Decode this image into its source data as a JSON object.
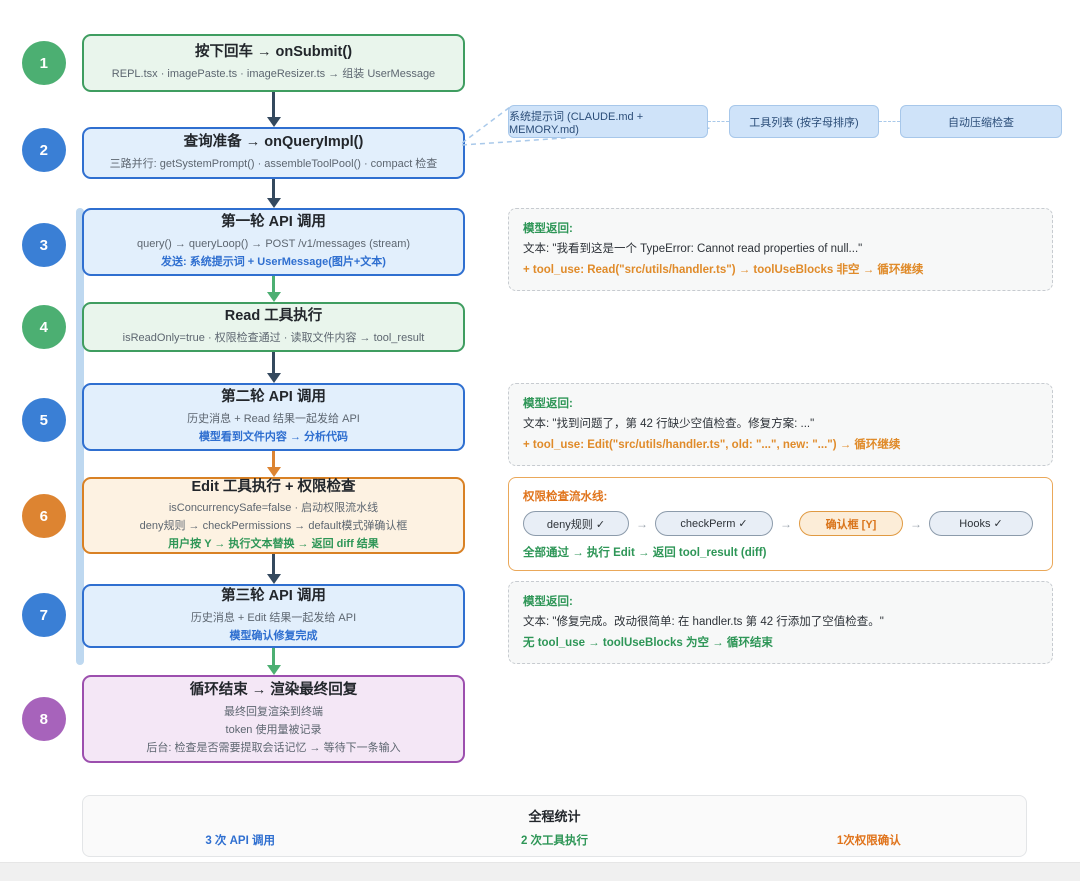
{
  "diagram": {
    "loop_bar": {
      "color": "#bed8f0"
    },
    "steps": [
      {
        "num": "1",
        "circle_color": "#4caf72",
        "variant": "green",
        "title": "按下回车 → onSubmit()",
        "lines": [
          {
            "text": "REPL.tsx · imagePaste.ts · imageResizer.ts → 组装 UserMessage",
            "style": "plain"
          }
        ]
      },
      {
        "num": "2",
        "circle_color": "#3a7fd5",
        "variant": "blue",
        "title": "查询准备 → onQueryImpl()",
        "lines": [
          {
            "text": "三路并行: getSystemPrompt() · assembleToolPool() · compact 检查",
            "style": "plain"
          }
        ]
      },
      {
        "num": "3",
        "circle_color": "#3a7fd5",
        "variant": "blue",
        "title": "第一轮 API 调用",
        "lines": [
          {
            "text": "query() → queryLoop() → POST /v1/messages (stream)",
            "style": "plain"
          },
          {
            "text": "发送: 系统提示词 + UserMessage(图片+文本)",
            "style": "em-blue"
          }
        ]
      },
      {
        "num": "4",
        "circle_color": "#4caf72",
        "variant": "green",
        "title": "Read 工具执行",
        "lines": [
          {
            "text": "isReadOnly=true · 权限检查通过 · 读取文件内容 → tool_result",
            "style": "plain"
          }
        ]
      },
      {
        "num": "5",
        "circle_color": "#3a7fd5",
        "variant": "blue",
        "title": "第二轮 API 调用",
        "lines": [
          {
            "text": "历史消息 + Read 结果一起发给 API",
            "style": "plain"
          },
          {
            "text": "模型看到文件内容 → 分析代码",
            "style": "em-blue"
          }
        ]
      },
      {
        "num": "6",
        "circle_color": "#dd8431",
        "variant": "orange",
        "title": "Edit 工具执行 + 权限检查",
        "lines": [
          {
            "text": "isConcurrencySafe=false · 启动权限流水线",
            "style": "plain"
          },
          {
            "text": "deny规则 → checkPermissions → default模式弹确认框",
            "style": "plain"
          },
          {
            "text": "用户按 Y → 执行文本替换 → 返回 diff 结果",
            "style": "em-green"
          }
        ]
      },
      {
        "num": "7",
        "circle_color": "#3a7fd5",
        "variant": "blue",
        "title": "第三轮 API 调用",
        "lines": [
          {
            "text": "历史消息 + Edit 结果一起发给 API",
            "style": "plain"
          },
          {
            "text": "模型确认修复完成",
            "style": "em-blue"
          }
        ]
      },
      {
        "num": "8",
        "circle_color": "#a763bb",
        "variant": "purple",
        "title": "循环结束 → 渲染最终回复",
        "lines": [
          {
            "text": "最终回复渲染到终端",
            "style": "plain"
          },
          {
            "text": "token 使用量被记录",
            "style": "plain"
          },
          {
            "text": "后台: 检查是否需要提取会话记忆 → 等待下一条输入",
            "style": "plain"
          }
        ]
      }
    ],
    "branches": [
      {
        "label": "系统提示词 (CLAUDE.md + MEMORY.md)"
      },
      {
        "label": "工具列表 (按字母排序)"
      },
      {
        "label": "自动压缩检查"
      }
    ],
    "notes": [
      {
        "head": "模型返回:",
        "body": "文本: \"我看到这是一个 TypeError: Cannot read properties of null...\"",
        "tail": "+ tool_use: Read(\"src/utils/handler.ts\") → toolUseBlocks 非空 → 循环继续",
        "tail_style": "nuse"
      },
      {
        "head": "模型返回:",
        "body": "文本: \"找到问题了，第 42 行缺少空值检查。修复方案: ...\"",
        "tail": "+ tool_use: Edit(\"src/utils/handler.ts\", old: \"...\", new: \"...\") → 循环继续",
        "tail_style": "nuse"
      },
      {
        "head": "模型返回:",
        "body": "文本: \"修复完成。改动很简单: 在 handler.ts 第 42 行添加了空值检查。\"",
        "tail": "无 tool_use → toolUseBlocks 为空 → 循环结束",
        "tail_style": "nend"
      }
    ],
    "permission": {
      "title": "权限检查流水线:",
      "chips": [
        {
          "label": "deny规则 ✓",
          "highlight": false
        },
        {
          "label": "checkPerm ✓",
          "highlight": false
        },
        {
          "label": "确认框 [Y]",
          "highlight": true
        },
        {
          "label": "Hooks ✓",
          "highlight": false
        }
      ],
      "arrow": "→",
      "footer": "全部通过 → 执行 Edit → 返回 tool_result (diff)"
    },
    "stats": {
      "title": "全程统计",
      "items": [
        {
          "label": "3 次 API 调用",
          "color_class": "st-blue"
        },
        {
          "label": "2 次工具执行",
          "color_class": "st-green"
        },
        {
          "label": "1次权限确认",
          "color_class": "st-orange"
        }
      ]
    }
  }
}
